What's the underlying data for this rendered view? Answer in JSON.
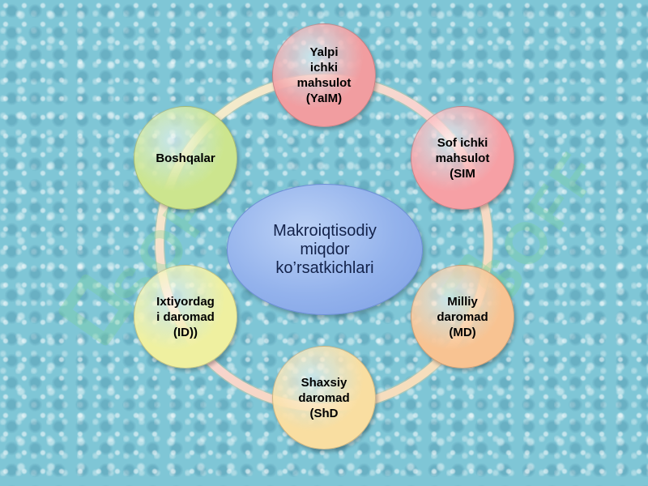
{
  "diagram": {
    "center": {
      "label": "Makroiqtisodiy\nmiqdor\nko’rsatkichlari"
    },
    "nodes": [
      {
        "id": "yalm",
        "label": "Yalpi\nichki\nmahsulot\n(YaIM)",
        "color": "#f19da0"
      },
      {
        "id": "sim",
        "label": "Sof ichki\nmahsulot\n(SIM",
        "color": "#f6a0a5"
      },
      {
        "id": "md",
        "label": "Milliy\ndaromad\n(MD)",
        "color": "#f8c392"
      },
      {
        "id": "shd",
        "label": "Shaxsiy\ndaromad\n(ShD",
        "color": "#f9dea1"
      },
      {
        "id": "id",
        "label": "Ixtiyordag\ni daromad\n(ID))",
        "color": "#eff0a0"
      },
      {
        "id": "boshqalar",
        "label": "Boshqalar",
        "color": "#cce58e"
      }
    ]
  },
  "watermarks": [
    "SOFF",
    "SOFF"
  ],
  "colors": {
    "background": "#7fc6d6",
    "center_fill": "#93b2ec",
    "watermark": "#78d296"
  }
}
